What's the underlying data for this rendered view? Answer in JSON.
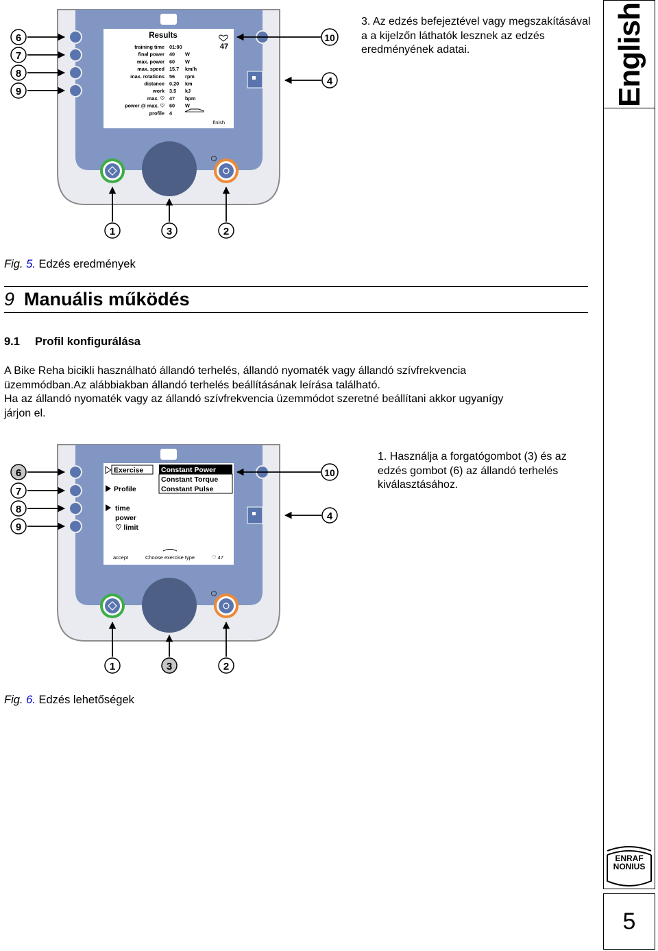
{
  "side_tab": {
    "label": "English"
  },
  "brand": {
    "line1": "ENRAF",
    "line2": "NONIUS"
  },
  "page_number": "5",
  "step3_text": "3. Az edzés befejeztével vagy megszakításával a a kijelzőn láthatók lesznek az edzés eredményének adatai.",
  "fig5": {
    "caption": {
      "label": "Fig.",
      "num": "5.",
      "title": "Edzés eredmények"
    },
    "screen": {
      "title": "Results",
      "heart_value": "47",
      "finish_label": "finish",
      "rows": [
        {
          "label": "training time",
          "value": "01:00",
          "unit": ""
        },
        {
          "label": "final power",
          "value": "40",
          "unit": "W"
        },
        {
          "label": "max. power",
          "value": "60",
          "unit": "W"
        },
        {
          "label": "max. speed",
          "value": "15.7",
          "unit": "km/h"
        },
        {
          "label": "max. rotations",
          "value": "56",
          "unit": "rpm"
        },
        {
          "label": "distance",
          "value": "0.20",
          "unit": "km"
        },
        {
          "label": "work",
          "value": "3.5",
          "unit": "kJ"
        },
        {
          "label": "max. ♡",
          "value": "47",
          "unit": "bpm"
        },
        {
          "label": "power @ max. ♡",
          "value": "60",
          "unit": "W"
        },
        {
          "label": "profile",
          "value": "4",
          "unit": ""
        }
      ]
    },
    "callouts": {
      "c1": "1",
      "c2": "2",
      "c3": "3",
      "c4": "4",
      "c6": "6",
      "c7": "7",
      "c8": "8",
      "c9": "9",
      "c10": "10"
    }
  },
  "section9": {
    "num": "9",
    "title": "Manuális működés"
  },
  "section91": {
    "num": "9.1",
    "title": "Profil konfigurálása"
  },
  "paragraph": {
    "line1": "A Bike Reha bicikli használható állandó terhelés, állandó nyomaték vagy állandó szívfrekvencia",
    "line2": "üzemmódban.Az alábbiakban állandó terhelés beállításának leírása található.",
    "line3": "Ha az állandó nyomaték vagy az állandó szívfrekvencia üzemmódot szeretné beállítani akkor ugyanígy",
    "line4": "járjon el."
  },
  "step1_text": "1. Használja a forgatógombot (3) és az edzés gombot (6) az állandó terhelés kiválasztásához.",
  "fig6": {
    "caption": {
      "label": "Fig.",
      "num": "6.",
      "title": "Edzés lehetőségek"
    },
    "screen": {
      "menu": [
        "Exercise",
        "Profile",
        "time",
        "power",
        "♡ limit"
      ],
      "options": [
        "Constant Power",
        "Constant Torque",
        "Constant Pulse"
      ],
      "footer_accept": "accept",
      "footer_choose": "Choose exercise type",
      "footer_heart": "♡ 47"
    },
    "callouts": {
      "c1": "1",
      "c2": "2",
      "c3": "3",
      "c4": "4",
      "c6": "6",
      "c7": "7",
      "c8": "8",
      "c9": "9",
      "c10": "10"
    }
  },
  "colors": {
    "console_outer": "#e9ebf0",
    "console_panel": "#8196c2",
    "knob": "#4d5f85",
    "green_ring": "#3dad45",
    "orange_ring": "#ec8a37",
    "button_blue": "#5a75ae",
    "callout_fill_highlight": "#c7c7c7"
  }
}
